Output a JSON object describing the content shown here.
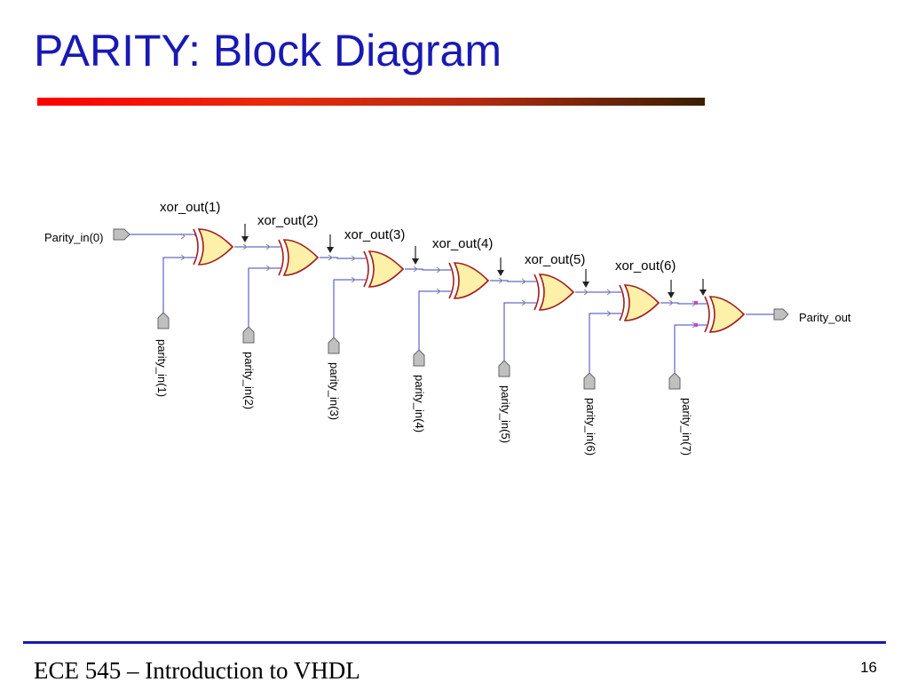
{
  "slide": {
    "title": "PARITY: Block Diagram",
    "footer": "ECE 545 – Introduction to VHDL",
    "page_number": "16"
  },
  "colors": {
    "title": "#1919b3",
    "gate_fill": "#fdf0a8",
    "gate_stroke": "#a21c1c",
    "wire": "#4040c0",
    "port_fill": "#c0c0c0"
  },
  "diagram": {
    "input_port": "Parity_in(0)",
    "output_port": "Parity_out",
    "parity_inputs": [
      "parity_in(1)",
      "parity_in(2)",
      "parity_in(3)",
      "parity_in(4)",
      "parity_in(5)",
      "parity_in(6)",
      "parity_in(7)"
    ],
    "signals": [
      "xor_out(1)",
      "xor_out(2)",
      "xor_out(3)",
      "xor_out(4)",
      "xor_out(5)",
      "xor_out(6)"
    ]
  }
}
